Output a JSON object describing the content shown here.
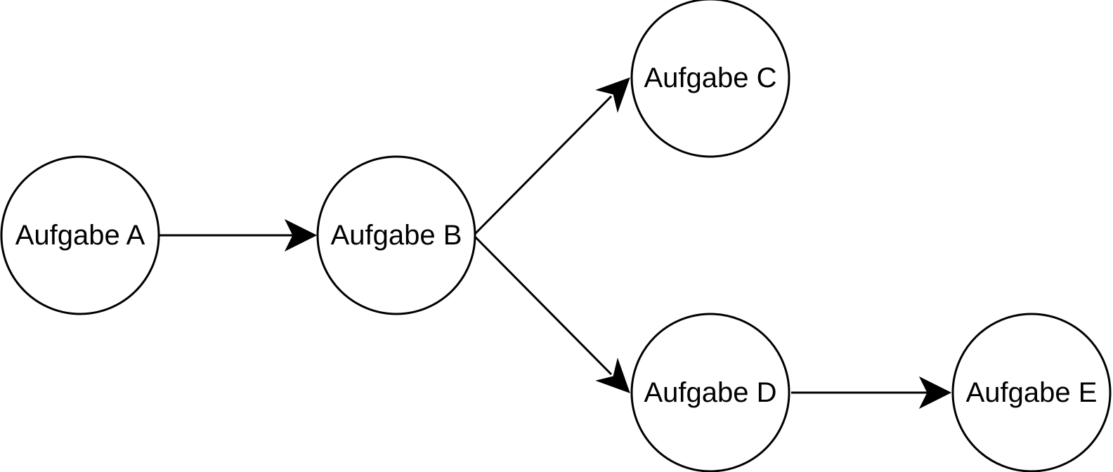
{
  "nodes": [
    {
      "id": "a",
      "label": "Aufgabe A"
    },
    {
      "id": "b",
      "label": "Aufgabe B"
    },
    {
      "id": "c",
      "label": "Aufgabe C"
    },
    {
      "id": "d",
      "label": "Aufgabe D"
    },
    {
      "id": "e",
      "label": "Aufgabe E"
    }
  ],
  "edges": [
    {
      "from": "a",
      "to": "b"
    },
    {
      "from": "b",
      "to": "c"
    },
    {
      "from": "b",
      "to": "d"
    },
    {
      "from": "d",
      "to": "e"
    }
  ]
}
